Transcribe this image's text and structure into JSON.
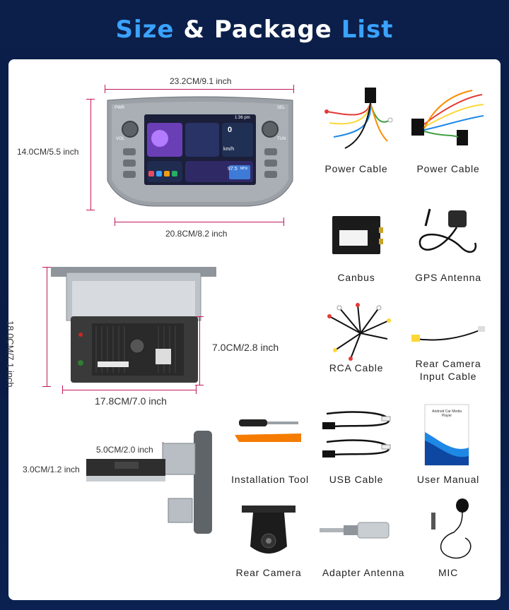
{
  "title": {
    "part1": "Size",
    "part2": "&",
    "part3": "Package",
    "part4": "List"
  },
  "dimensions": {
    "front_width": "23.2CM/9.1 inch",
    "front_height": "14.0CM/5.5 inch",
    "rear_width": "20.8CM/8.2 inch",
    "body_height": "18.0CM/7.1 inch",
    "body_inner_height": "7.0CM/2.8 inch",
    "body_width": "17.8CM/7.0 inch",
    "side_depth": "5.0CM/2.0 inch",
    "side_small": "3.0CM/1.2 inch"
  },
  "screen": {
    "time": "1:36 pm",
    "speed": "0",
    "speed_unit": "km/h",
    "radio": "97.5",
    "radio_unit": "MHz",
    "labels": {
      "pwr": "PWR",
      "vol": "VOL",
      "sel": "SEL",
      "tun": "TUN"
    }
  },
  "package": [
    {
      "id": "power-cable-1",
      "label": "Power Cable"
    },
    {
      "id": "power-cable-2",
      "label": "Power Cable"
    },
    {
      "id": "canbus",
      "label": "Canbus"
    },
    {
      "id": "gps-antenna",
      "label": "GPS Antenna"
    },
    {
      "id": "rca-cable",
      "label": "RCA Cable"
    },
    {
      "id": "rear-camera-input-cable",
      "label": "Rear Camera Input Cable"
    },
    {
      "id": "installation-tool",
      "label": "Installation Tool"
    },
    {
      "id": "usb-cable",
      "label": "USB Cable"
    },
    {
      "id": "user-manual",
      "label": "User Manual"
    },
    {
      "id": "rear-camera",
      "label": "Rear Camera"
    },
    {
      "id": "adapter-antenna",
      "label": "Adapter Antenna"
    },
    {
      "id": "mic",
      "label": "MIC"
    }
  ],
  "manual_cover": "Android Car Media Player",
  "colors": {
    "accent": "#3aa2ff",
    "background": "#0b1f4a",
    "dimension_line": "#c2185b"
  }
}
